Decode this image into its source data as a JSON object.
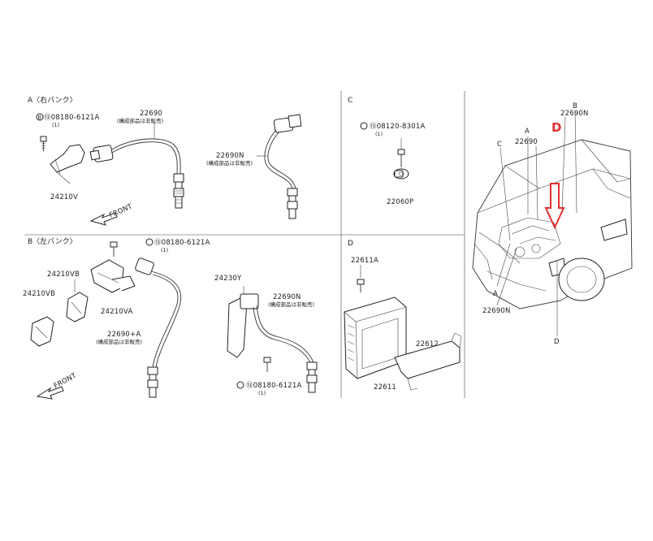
{
  "sections": {
    "A": {
      "letter": "A",
      "title": "A〈右バンク〉",
      "bolt_code": "⑬08180-6121A",
      "bolt_qty": "(1)",
      "sensor_part": "22690",
      "sensor_note": "(構成部品は非販売)",
      "bracket_part": "24210V",
      "front_label": "FRONT",
      "sensor_n_part": "22690N",
      "sensor_n_note": "(構成部品は非販売)"
    },
    "B": {
      "letter": "B",
      "title": "B〈左バンク〉",
      "bolt_code": "⑬08180-6121A",
      "bolt_qty": "(1)",
      "bracket_vb": "24210VB",
      "bracket_vb2": "24210VB",
      "bracket_va": "24210VA",
      "sensor_part": "22690+A",
      "sensor_note": "(構成部品は非販売)",
      "front_label": "FRONT",
      "clip_part": "24230Y",
      "sensor_n_part": "22690N",
      "sensor_n_note": "(構成部品は非販売)",
      "bolt2_code": "⑬08180-6121A",
      "bolt2_qty": "(1)"
    },
    "C": {
      "letter": "C",
      "bolt_code": "⑬08120-8301A",
      "bolt_qty": "(1)",
      "sensor_part": "22060P"
    },
    "D": {
      "letter": "D",
      "bolt_part": "22611A",
      "bracket_part": "22612",
      "module_part": "22611"
    },
    "vehicle": {
      "label_b": "B",
      "label_22690n_top": "22690N",
      "label_a": "A",
      "label_22690": "22690",
      "label_c": "C",
      "label_a_bottom": "A",
      "label_22690n_bottom": "22690N",
      "label_d_bottom": "D",
      "highlight_letter": "D",
      "highlight_color": "#e03030"
    }
  }
}
